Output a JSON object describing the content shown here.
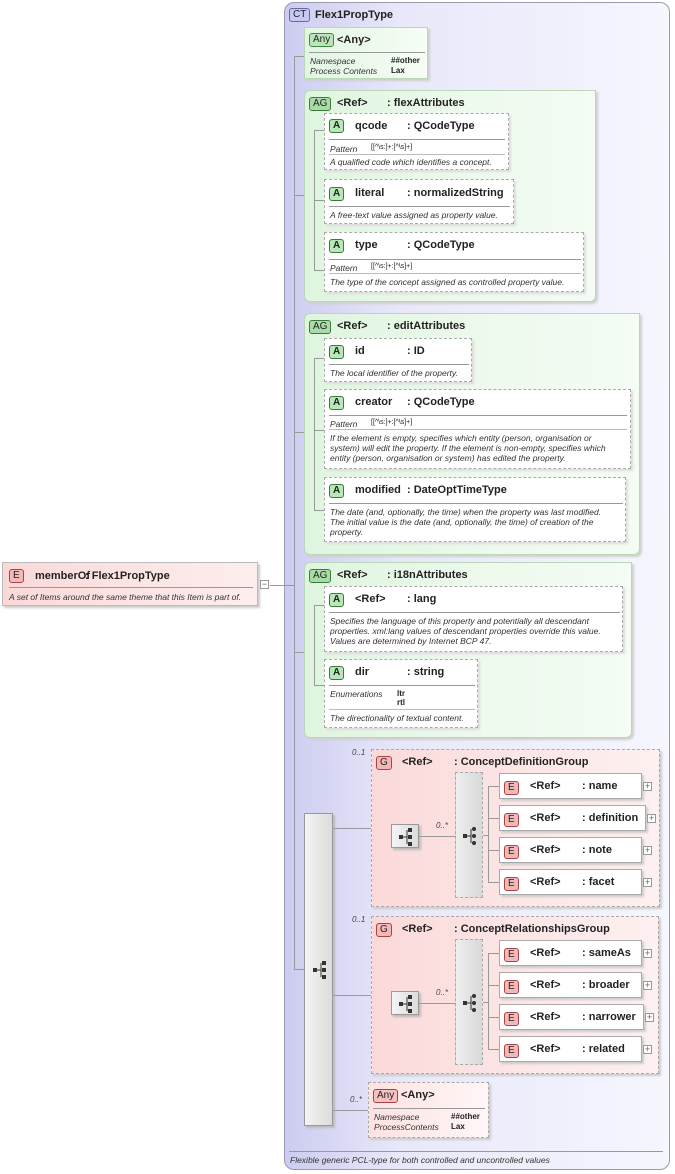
{
  "root": {
    "badge": "E",
    "name": "memberOf",
    "type": ": Flex1PropType",
    "doc": "A set of Items around the same theme that this Item is part of."
  },
  "ct": {
    "badge": "CT",
    "name": "Flex1PropType",
    "doc": "Flexible generic PCL-type for both controlled and uncontrolled values"
  },
  "any_top": {
    "badge": "Any",
    "name": "<Any>",
    "rows": [
      {
        "k": "Namespace",
        "v": "##other"
      },
      {
        "k": "Process Contents",
        "v": "Lax"
      }
    ]
  },
  "flex": {
    "badge": "AG",
    "ref": "<Ref>",
    "name": ": flexAttributes",
    "attrs": [
      {
        "badge": "A",
        "name": "qcode",
        "type": ": QCodeType",
        "pattern_label": "Pattern",
        "pattern": "[[^\\s:]+:[^\\s]+]",
        "doc": "A qualified code which identifies a concept."
      },
      {
        "badge": "A",
        "name": "literal",
        "type": ": normalizedString",
        "doc": "A free-text value assigned as property value."
      },
      {
        "badge": "A",
        "name": "type",
        "type": ": QCodeType",
        "pattern_label": "Pattern",
        "pattern": "[[^\\s:]+:[^\\s]+]",
        "doc": "The type of the concept assigned as controlled property value."
      }
    ]
  },
  "edit": {
    "badge": "AG",
    "ref": "<Ref>",
    "name": ": editAttributes",
    "attrs": [
      {
        "badge": "A",
        "name": "id",
        "type": ": ID",
        "doc": "The local identifier of the property."
      },
      {
        "badge": "A",
        "name": "creator",
        "type": ": QCodeType",
        "pattern_label": "Pattern",
        "pattern": "[[^\\s:]+:[^\\s]+]",
        "doc1": "If the element is empty, specifies which entity (person, organisation or",
        "doc2": "system) will edit the property. If the element is non-empty, specifies which",
        "doc3": "entity (person, organisation or system) has edited the property."
      },
      {
        "badge": "A",
        "name": "modified",
        "type": ": DateOptTimeType",
        "doc1": "The date (and, optionally, the time) when the property was last modified.",
        "doc2": "The initial value is the date (and, optionally, the time) of creation of the",
        "doc3": "property."
      }
    ]
  },
  "i18n": {
    "badge": "AG",
    "ref": "<Ref>",
    "name": ": i18nAttributes",
    "attrs": [
      {
        "badge": "A",
        "name": "<Ref>",
        "type": ": lang",
        "doc1": "Specifies the language of this property and potentially all descendant",
        "doc2": "properties. xml:lang values of descendant properties override this value.",
        "doc3": "Values are determined by Internet BCP 47."
      },
      {
        "badge": "A",
        "name": "dir",
        "type": ": string",
        "enum_label": "Enumerations",
        "enums": [
          "ltr",
          "rtl"
        ],
        "doc": "The directionality of textual content."
      }
    ]
  },
  "group1": {
    "occurs": "0..1",
    "badge": "G",
    "ref": "<Ref>",
    "name": ": ConceptDefinitionGroup",
    "choice_occurs": "0..*",
    "elements": [
      {
        "badge": "E",
        "ref": "<Ref>",
        "name": ": name"
      },
      {
        "badge": "E",
        "ref": "<Ref>",
        "name": ": definition"
      },
      {
        "badge": "E",
        "ref": "<Ref>",
        "name": ": note"
      },
      {
        "badge": "E",
        "ref": "<Ref>",
        "name": ": facet"
      }
    ]
  },
  "group2": {
    "occurs": "0..1",
    "badge": "G",
    "ref": "<Ref>",
    "name": ": ConceptRelationshipsGroup",
    "choice_occurs": "0..*",
    "elements": [
      {
        "badge": "E",
        "ref": "<Ref>",
        "name": ": sameAs"
      },
      {
        "badge": "E",
        "ref": "<Ref>",
        "name": ": broader"
      },
      {
        "badge": "E",
        "ref": "<Ref>",
        "name": ": narrower"
      },
      {
        "badge": "E",
        "ref": "<Ref>",
        "name": ": related"
      }
    ]
  },
  "any_bottom": {
    "occurs": "0..*",
    "badge": "Any",
    "name": "<Any>",
    "rows": [
      {
        "k": "Namespace",
        "v": "##other"
      },
      {
        "k": "ProcessContents",
        "v": "Lax"
      }
    ]
  },
  "plus_sign": "+",
  "minus_sign": "−"
}
